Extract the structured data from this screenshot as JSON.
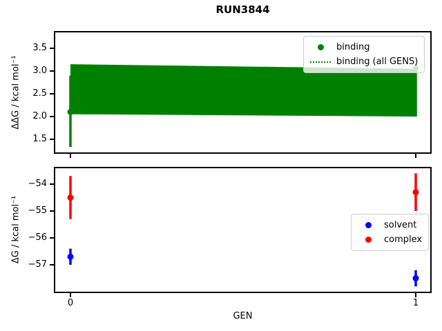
{
  "title": "RUN3844",
  "colors": {
    "binding": "#008000",
    "solvent": "#0000ff",
    "complex": "#ff0000"
  },
  "chart_data": [
    {
      "type": "scatter",
      "ylabel": "ΔΔG / kcal mol⁻¹",
      "ylim": [
        1.18,
        3.88
      ],
      "ytick_values": [
        3.5,
        3.0,
        2.5,
        2.0,
        1.5
      ],
      "yticks": [
        "3.5",
        "3.0",
        "2.5",
        "2.0",
        "1.5"
      ],
      "grid": false,
      "legend_position": "upper right",
      "legend": [
        {
          "label": "binding",
          "marker": "dot",
          "color": "#008000"
        },
        {
          "label": "binding (all GENS)",
          "marker": "dotted-line",
          "color": "#008000"
        }
      ],
      "series": [
        {
          "name": "binding (all GENS)",
          "type": "band",
          "color": "#008000",
          "x": [
            0,
            1
          ],
          "upper": [
            3.15,
            3.05
          ],
          "lower": [
            2.05,
            2.0
          ]
        },
        {
          "name": "binding",
          "type": "errorbar",
          "color": "#008000",
          "x": [
            0,
            1
          ],
          "y": [
            2.1,
            3.05
          ],
          "yerr_lo": [
            1.33,
            2.0
          ],
          "yerr_hi": [
            2.9,
            3.15
          ]
        }
      ]
    },
    {
      "type": "scatter",
      "ylabel": "ΔG / kcal mol⁻¹",
      "xlabel": "GEN",
      "ylim": [
        -58.05,
        -53.36
      ],
      "ytick_values": [
        -54,
        -55,
        -56,
        -57
      ],
      "yticks": [
        "−54",
        "−55",
        "−56",
        "−57"
      ],
      "xtick_values": [
        0,
        1
      ],
      "xticks": [
        "0",
        "1"
      ],
      "grid": false,
      "legend_position": "center right",
      "legend": [
        {
          "label": "solvent",
          "marker": "dot",
          "color": "#0000ff"
        },
        {
          "label": "complex",
          "marker": "dot",
          "color": "#ff0000"
        }
      ],
      "series": [
        {
          "name": "solvent",
          "type": "errorbar",
          "color": "#0000ff",
          "x": [
            0,
            1
          ],
          "y": [
            -56.7,
            -57.5
          ],
          "yerr_lo": [
            -57.0,
            -57.8
          ],
          "yerr_hi": [
            -56.4,
            -57.2
          ]
        },
        {
          "name": "complex",
          "type": "errorbar",
          "color": "#ff0000",
          "x": [
            0,
            1
          ],
          "y": [
            -54.5,
            -54.3
          ],
          "yerr_lo": [
            -55.3,
            -55.0
          ],
          "yerr_hi": [
            -53.7,
            -53.6
          ]
        }
      ]
    }
  ]
}
